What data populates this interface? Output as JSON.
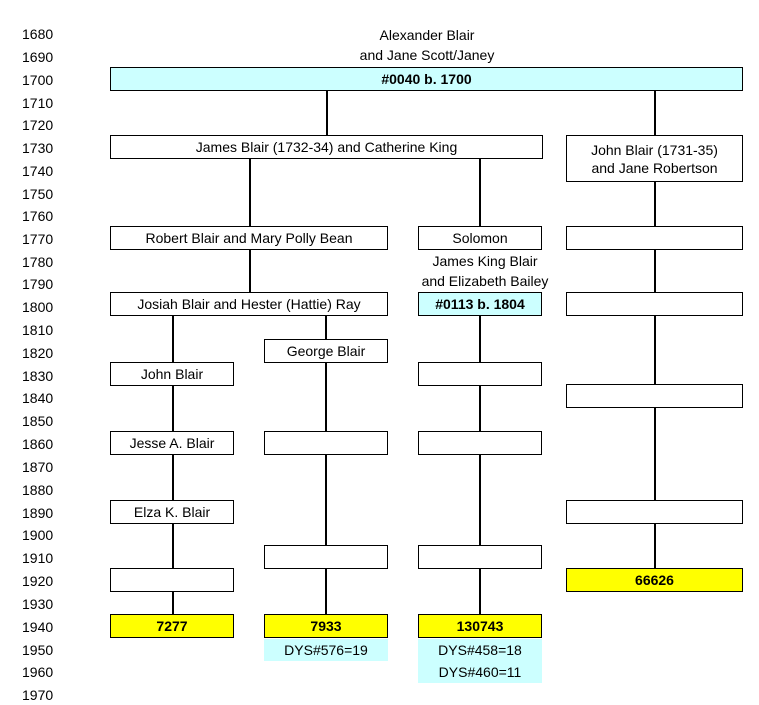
{
  "years": [
    "1680",
    "1690",
    "1700",
    "1710",
    "1720",
    "1730",
    "1740",
    "1750",
    "1760",
    "1770",
    "1780",
    "1790",
    "1800",
    "1810",
    "1820",
    "1830",
    "1840",
    "1850",
    "1860",
    "1870",
    "1880",
    "1890",
    "1900",
    "1910",
    "1920",
    "1930",
    "1940",
    "1950",
    "1960",
    "1970"
  ],
  "root": {
    "title_line1": "Alexander Blair",
    "title_line2": "and Jane Scott/Janey",
    "id_label": "#0040 b. 1700"
  },
  "gen1": {
    "left": "James Blair (1732-34) and Catherine King",
    "right_line1": "John Blair (1731-35)",
    "right_line2": "and Jane Robertson"
  },
  "gen2": {
    "robert": "Robert Blair and Mary Polly Bean",
    "solomon": "Solomon",
    "right_empty": ""
  },
  "jkb": {
    "line1": "James King Blair",
    "line2": "and Elizabeth Bailey",
    "id_label": "#0113 b. 1804"
  },
  "gen3": {
    "josiah": "Josiah Blair and Hester (Hattie) Ray",
    "right_empty": ""
  },
  "gen4": {
    "george": "George Blair",
    "john": "John Blair",
    "jesse": "Jesse A. Blair",
    "elza": "Elza K. Blair"
  },
  "kits": {
    "k7277": "7277",
    "k7933": "7933",
    "k130743": "130743",
    "k66626": "66626"
  },
  "notes": {
    "n7933": "DYS#576=19",
    "n130743_a": "DYS#458=18",
    "n130743_b": "DYS#460=11"
  },
  "colors": {
    "highlight_cyan": "#ccffff",
    "kit_yellow": "#ffff00",
    "line": "#000000"
  }
}
